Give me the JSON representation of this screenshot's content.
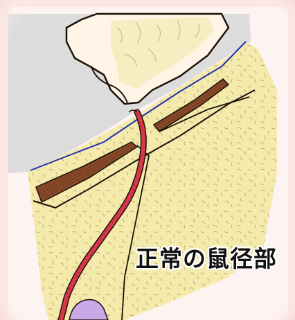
{
  "caption": "正常の鼠径部",
  "colors": {
    "frame_background": "#fbe6e2",
    "cavity_gray": "#dcdcdc",
    "tissue_yellow": "#f3eaac",
    "fascia_blue": "#1f2fb5",
    "muscle_brown": "#8a4a2a",
    "vessel_red": "#d9384a",
    "bowel_cream": "#fff4e6",
    "outline": "#1a1208",
    "organ_purple": "#c9a9e6"
  },
  "icons": [
    "bowel-illustration",
    "vessel-illustration",
    "muscle-layer-illustration"
  ]
}
